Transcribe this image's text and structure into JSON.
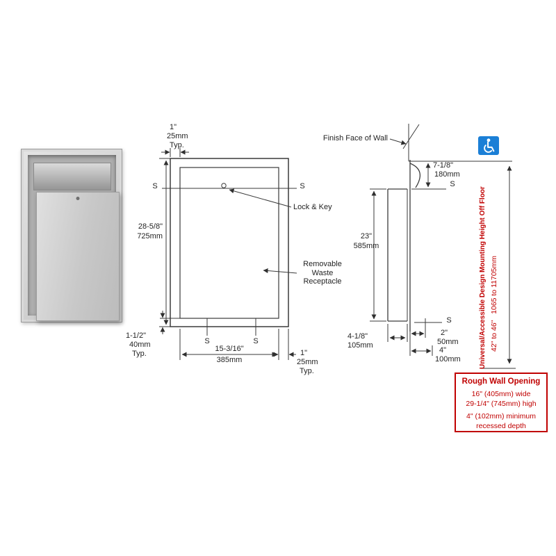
{
  "drawing": {
    "front_view": {
      "dim_frame_top": {
        "inches": "1\"",
        "mm": "25mm",
        "typ": "Typ."
      },
      "dim_height": {
        "inches": "28-5/8\"",
        "mm": "725mm"
      },
      "dim_frame_bottom": {
        "inches": "1-1/2\"",
        "mm": "40mm",
        "typ": "Typ."
      },
      "dim_width": {
        "inches": "15-3/16\"",
        "mm": "385mm"
      },
      "dim_frame_right": {
        "inches": "1\"",
        "mm": "25mm",
        "typ": "Typ."
      },
      "lock_label": "Lock & Key",
      "receptacle_line1": "Removable",
      "receptacle_line2": "Waste",
      "receptacle_line3": "Receptacle",
      "stud_mark": "S"
    },
    "side_view": {
      "wall_label": "Finish Face of Wall",
      "dim_top_projection": {
        "inches": "7-1/8\"",
        "mm": "180mm"
      },
      "dim_recess_height": {
        "inches": "23\"",
        "mm": "585mm"
      },
      "dim_recess_depth": {
        "inches": "4-1/8\"",
        "mm": "105mm"
      },
      "dim_projection_depth": {
        "inches": "2\"",
        "mm": "50mm"
      },
      "dim_overall_depth": {
        "inches": "4\"",
        "mm": "100mm"
      },
      "stud_mark": "S"
    },
    "mounting_note": {
      "line1": "Universal/Accessible Design Mounting Height Off Floor",
      "line2": "42\" to 46\"   1065 to 11705mm"
    },
    "rough_wall_opening": {
      "title": "Rough Wall Opening",
      "width": "16\" (405mm) wide",
      "height": "29-1/4\" (745mm) high",
      "depth1": "4\" (102mm) minimum",
      "depth2": "recessed depth"
    }
  },
  "colors": {
    "line": "#3a3a3a",
    "red": "#c00000",
    "blue": "#1b7fd6"
  }
}
